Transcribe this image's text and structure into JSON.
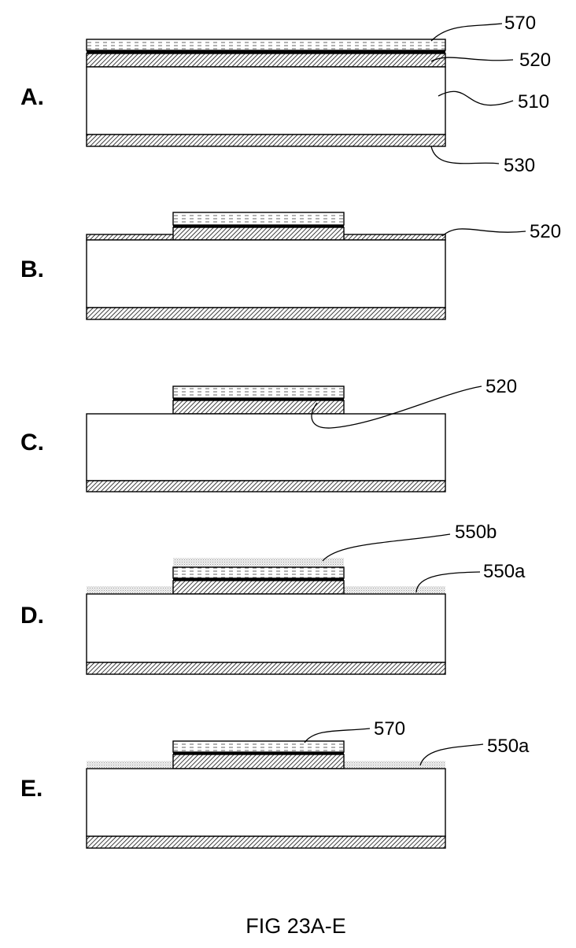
{
  "figure": {
    "caption": "FIG 23A-E",
    "panels": [
      {
        "letter": "A",
        "refs": [
          "570",
          "520",
          "510",
          "530"
        ]
      },
      {
        "letter": "B",
        "refs": [
          "520"
        ]
      },
      {
        "letter": "C",
        "refs": [
          "520"
        ]
      },
      {
        "letter": "D",
        "refs": [
          "550b",
          "550a"
        ]
      },
      {
        "letter": "E",
        "refs": [
          "570",
          "550a"
        ]
      }
    ]
  }
}
